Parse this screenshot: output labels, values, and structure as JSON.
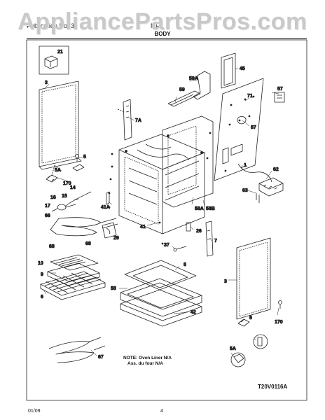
{
  "watermark": "AppliancePartsPros.com",
  "header": {
    "left_text": "Publication No. 31",
    "right_text": "MF",
    "section_title": "BODY"
  },
  "labels": {
    "p21": "21",
    "p3a": "3",
    "p5a": "5",
    "p5Aa": "5A",
    "p170a": "170",
    "p7A": "7A",
    "p45": "45",
    "p59A": "59A",
    "p59": "59",
    "p71": "71",
    "p57": "57",
    "p87": "87",
    "p1": "1",
    "p62": "62",
    "p63": "63",
    "p16": "16",
    "p15": "15",
    "p14": "14",
    "p17": "17",
    "p66": "66",
    "p41A": "41A",
    "p58A": "58A",
    "p58B": "58B",
    "p29": "29",
    "p41": "41",
    "p26": "26",
    "p7": "7",
    "p68a": "68",
    "p68b": "68",
    "p37": "37",
    "p10": "10",
    "p9": "9",
    "p6": "6",
    "p8": "8",
    "p3b": "3",
    "p58": "58",
    "p42": "42",
    "p5b": "5",
    "p170b": "170",
    "p5Ab": "5A",
    "p67": "67"
  },
  "note": {
    "line1": "NOTE: Oven Liner N/A",
    "line2": "Ass. du four N/A"
  },
  "diagram_code": "T20V0116A",
  "footer": {
    "date": "01/09",
    "page": "4"
  }
}
